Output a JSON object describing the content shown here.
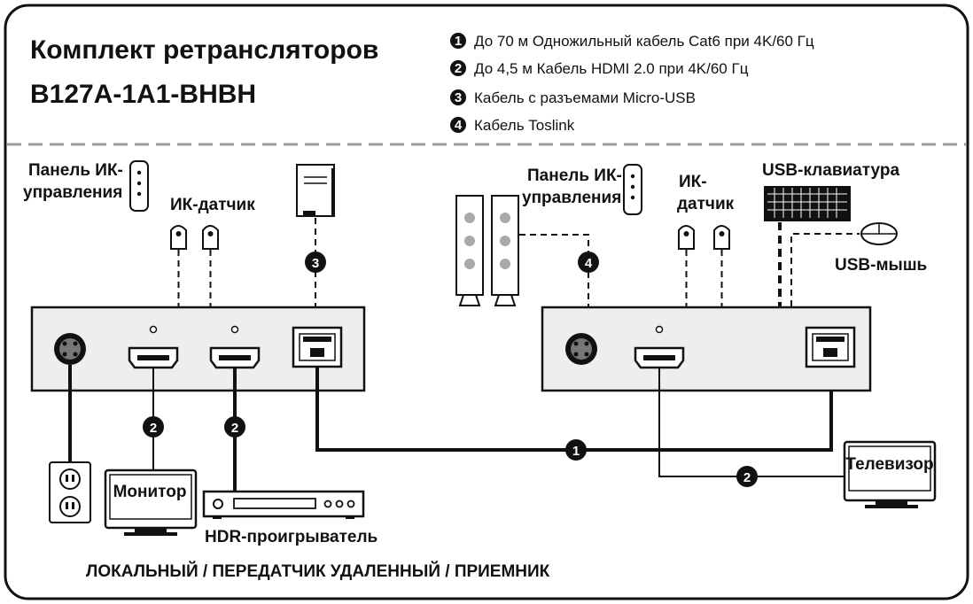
{
  "title": {
    "line1": "Комплект ретрансляторов",
    "line2": "B127A-1A1-BHBH"
  },
  "legend": [
    {
      "num": "1",
      "text": "До 70 м Одножильный кабель Cat6 при 4K/60 Гц"
    },
    {
      "num": "2",
      "text": "До 4,5 м Кабель HDMI 2.0 при 4K/60 Гц"
    },
    {
      "num": "3",
      "text": "Кабель с разъемами Micro-USB"
    },
    {
      "num": "4",
      "text": "Кабель Toslink"
    }
  ],
  "labels": {
    "ir_panel_local_1": "Панель ИК-",
    "ir_panel_local_2": "управления",
    "ir_sensor_local": "ИК-датчик",
    "ir_panel_remote_1": "Панель ИК-",
    "ir_panel_remote_2": "управления",
    "ir_sensor_remote_1": "ИК-",
    "ir_sensor_remote_2": "датчик",
    "usb_keyboard": "USB-клавиатура",
    "usb_mouse": "USB-мышь",
    "monitor": "Монитор",
    "hdr_player": "HDR-проигрыватель",
    "tv": "Телевизор",
    "footer": "ЛОКАЛЬНЫЙ / ПЕРЕДАТЧИК УДАЛЕННЫЙ / ПРИЕМНИК"
  },
  "cable_badges": {
    "badge_3": "3",
    "badge_4": "4",
    "badge_2a": "2",
    "badge_2b": "2",
    "badge_1": "1",
    "badge_2c": "2"
  },
  "colors": {
    "ink": "#111111",
    "device_fill": "#eeeeee",
    "divider": "#9a9a9a"
  }
}
